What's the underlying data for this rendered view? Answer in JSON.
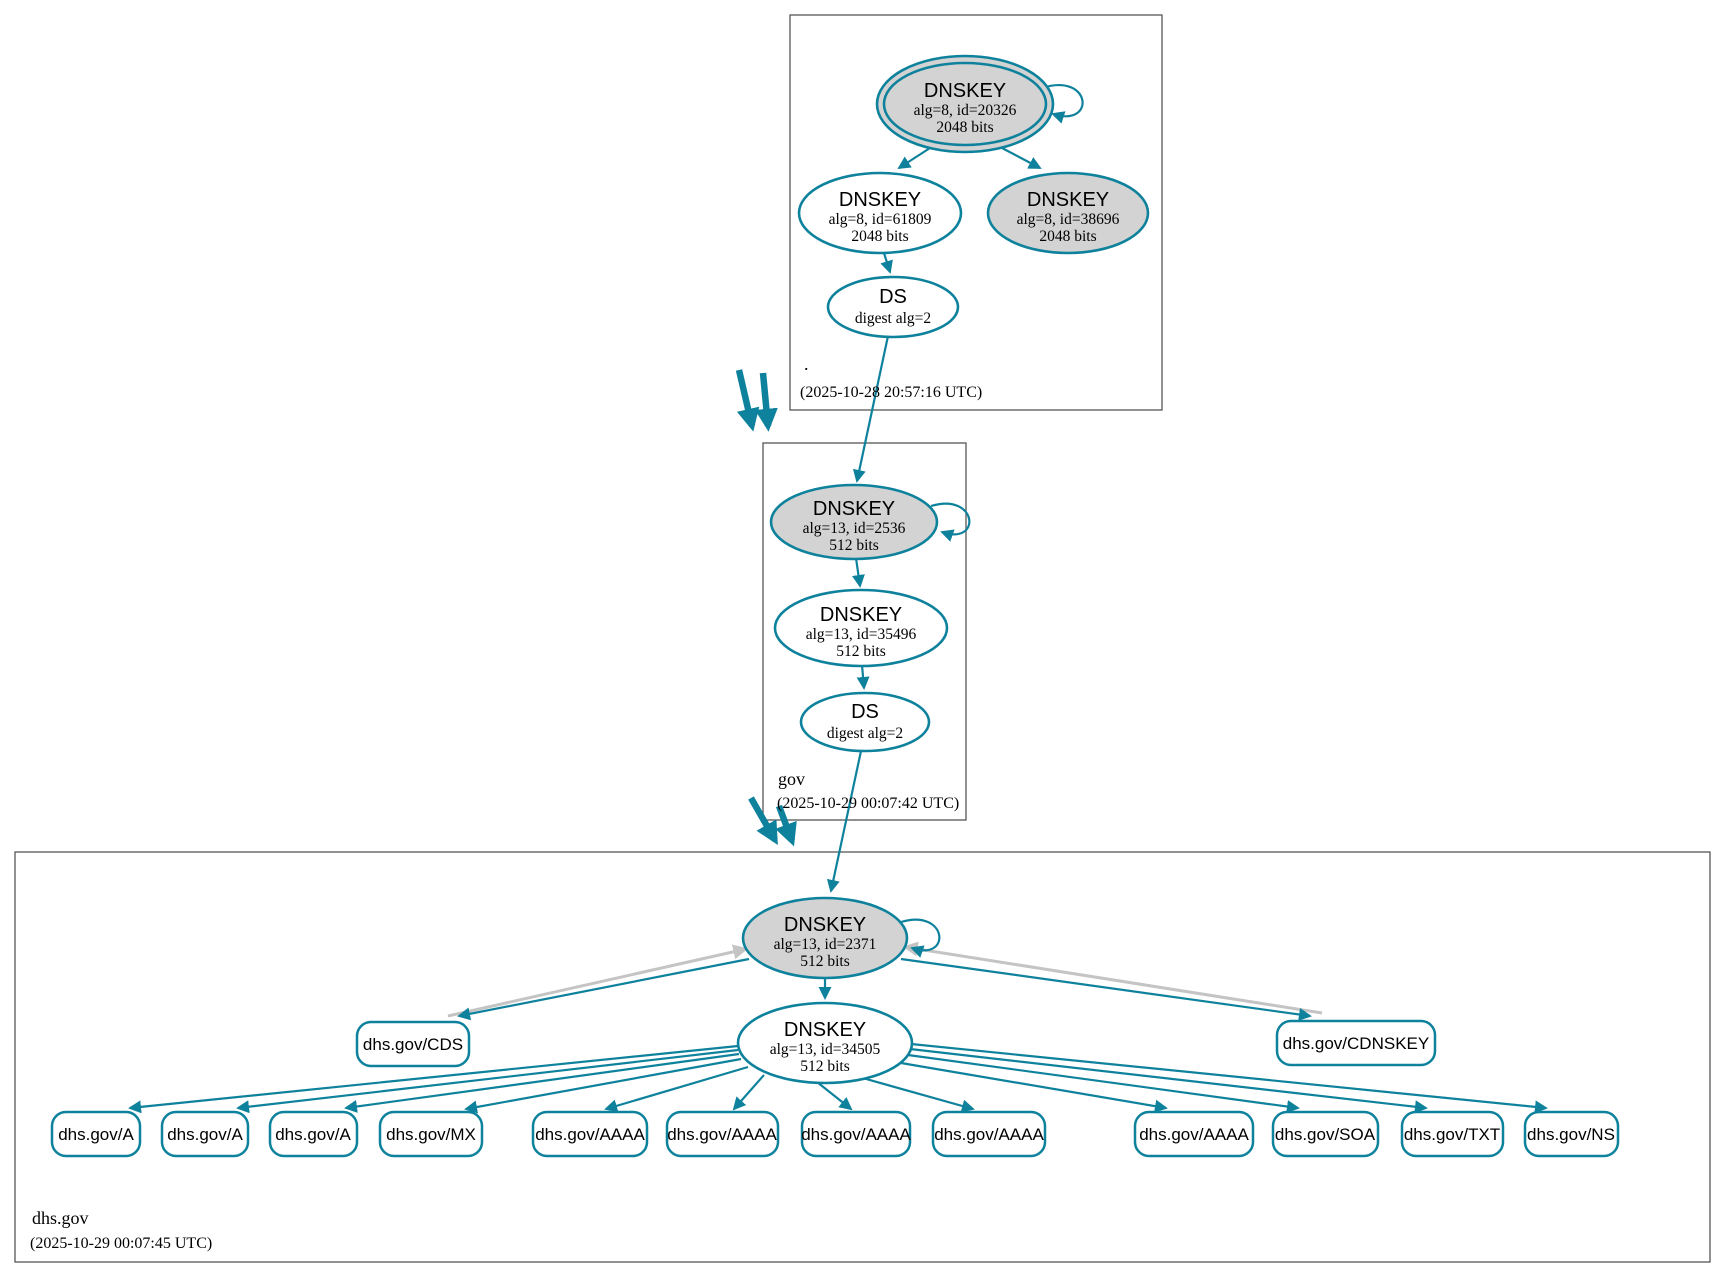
{
  "colors": {
    "accent_teal": "#0e829c",
    "gray_edge": "#c4c4c4",
    "ksk_fill": "#d3d3d3",
    "box_border": "#565656"
  },
  "zones": {
    "root": {
      "label": ".",
      "timestamp": "(2025-10-28 20:57:16 UTC)",
      "nodes": {
        "ksk": {
          "title": "DNSKEY",
          "detail1": "alg=8, id=20326",
          "detail2": "2048 bits"
        },
        "zsk": {
          "title": "DNSKEY",
          "detail1": "alg=8, id=61809",
          "detail2": "2048 bits"
        },
        "key3": {
          "title": "DNSKEY",
          "detail1": "alg=8, id=38696",
          "detail2": "2048 bits"
        },
        "ds": {
          "title": "DS",
          "detail1": "digest alg=2"
        }
      }
    },
    "gov": {
      "label": "gov",
      "timestamp": "(2025-10-29 00:07:42 UTC)",
      "nodes": {
        "ksk": {
          "title": "DNSKEY",
          "detail1": "alg=13, id=2536",
          "detail2": "512 bits"
        },
        "zsk": {
          "title": "DNSKEY",
          "detail1": "alg=13, id=35496",
          "detail2": "512 bits"
        },
        "ds": {
          "title": "DS",
          "detail1": "digest alg=2"
        }
      }
    },
    "dhs": {
      "label": "dhs.gov",
      "timestamp": "(2025-10-29 00:07:45 UTC)",
      "nodes": {
        "ksk": {
          "title": "DNSKEY",
          "detail1": "alg=13, id=2371",
          "detail2": "512 bits"
        },
        "zsk": {
          "title": "DNSKEY",
          "detail1": "alg=13, id=34505",
          "detail2": "512 bits"
        },
        "cds": {
          "label": "dhs.gov/CDS"
        },
        "cdnskey": {
          "label": "dhs.gov/CDNSKEY"
        }
      },
      "rrsets": [
        {
          "label": "dhs.gov/A"
        },
        {
          "label": "dhs.gov/A"
        },
        {
          "label": "dhs.gov/A"
        },
        {
          "label": "dhs.gov/MX"
        },
        {
          "label": "dhs.gov/AAAA"
        },
        {
          "label": "dhs.gov/AAAA"
        },
        {
          "label": "dhs.gov/AAAA"
        },
        {
          "label": "dhs.gov/AAAA"
        },
        {
          "label": "dhs.gov/AAAA"
        },
        {
          "label": "dhs.gov/SOA"
        },
        {
          "label": "dhs.gov/TXT"
        },
        {
          "label": "dhs.gov/NS"
        }
      ]
    }
  }
}
